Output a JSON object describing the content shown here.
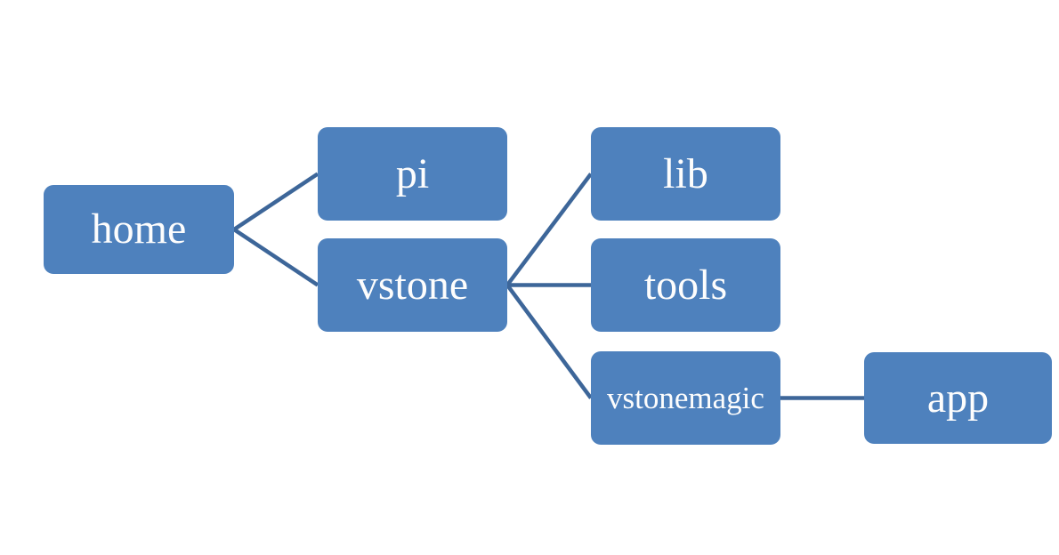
{
  "diagram": {
    "type": "hierarchy",
    "description": "Directory tree diagram",
    "background": "#FFFFFF",
    "colors": {
      "node_fill": "#4E81BD",
      "connector": "#3D6699",
      "label_text": "#FFFFFF"
    },
    "nodes": [
      {
        "id": "home",
        "label": "home"
      },
      {
        "id": "pi",
        "label": "pi"
      },
      {
        "id": "vstone",
        "label": "vstone"
      },
      {
        "id": "lib",
        "label": "lib"
      },
      {
        "id": "tools",
        "label": "tools"
      },
      {
        "id": "vstonemagic",
        "label": "vstonemagic"
      },
      {
        "id": "app",
        "label": "app"
      }
    ],
    "edges": [
      {
        "from": "home",
        "to": "pi"
      },
      {
        "from": "home",
        "to": "vstone"
      },
      {
        "from": "vstone",
        "to": "lib"
      },
      {
        "from": "vstone",
        "to": "tools"
      },
      {
        "from": "vstone",
        "to": "vstonemagic"
      },
      {
        "from": "vstonemagic",
        "to": "app"
      }
    ]
  }
}
